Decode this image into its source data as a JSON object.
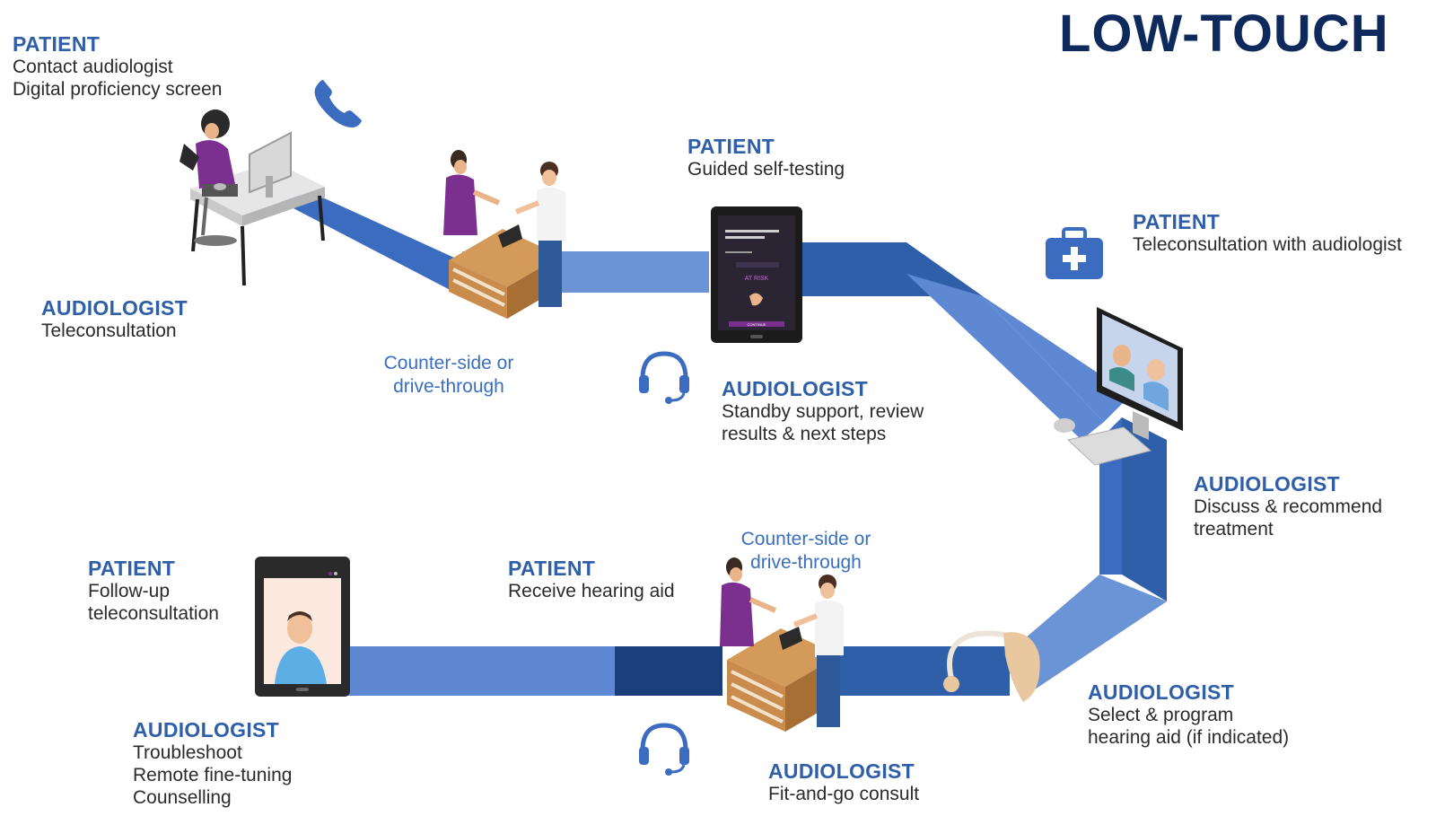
{
  "title": "LOW-TOUCH",
  "colors": {
    "path_mid": "#3c6cc0",
    "path_light": "#6b94d6",
    "path_dark": "#1f4a8c",
    "role_text": "#2f5fa8",
    "title_text": "#0e2a5c"
  },
  "steps": {
    "s1_patient": {
      "role": "PATIENT",
      "lines": [
        "Contact audiologist",
        "Digital proficiency screen"
      ]
    },
    "s1_audiologist": {
      "role": "AUDIOLOGIST",
      "lines": [
        "Teleconsultation"
      ]
    },
    "loc1": {
      "lines": [
        "Counter-side or",
        "drive-through"
      ]
    },
    "s2_patient": {
      "role": "PATIENT",
      "lines": [
        "Guided self-testing"
      ]
    },
    "s2_audiologist": {
      "role": "AUDIOLOGIST",
      "lines": [
        "Standby support, review",
        "results & next steps"
      ]
    },
    "s3_patient": {
      "role": "PATIENT",
      "lines": [
        "Teleconsultation with audiologist"
      ]
    },
    "s3_audiologist": {
      "role": "AUDIOLOGIST",
      "lines": [
        "Discuss & recommend",
        "treatment"
      ]
    },
    "s4_audiologist": {
      "role": "AUDIOLOGIST",
      "lines": [
        "Select & program",
        "hearing aid (if indicated)"
      ]
    },
    "loc2": {
      "lines": [
        "Counter-side or",
        "drive-through"
      ]
    },
    "s5_patient": {
      "role": "PATIENT",
      "lines": [
        "Receive hearing aid"
      ]
    },
    "s5_audiologist": {
      "role": "AUDIOLOGIST",
      "lines": [
        "Fit-and-go consult"
      ]
    },
    "s6_patient": {
      "role": "PATIENT",
      "lines": [
        "Follow-up",
        "teleconsultation"
      ]
    },
    "s6_audiologist": {
      "role": "AUDIOLOGIST",
      "lines": [
        "Troubleshoot",
        "Remote fine-tuning",
        "Counselling"
      ]
    }
  },
  "tablet_screen": {
    "badge": "AT RISK",
    "button": "CONTINUE"
  },
  "icons": [
    "phone-icon",
    "headset-icon",
    "medical-kit-icon",
    "hearing-aid-icon",
    "tablet-icon",
    "desktop-monitor-icon"
  ]
}
